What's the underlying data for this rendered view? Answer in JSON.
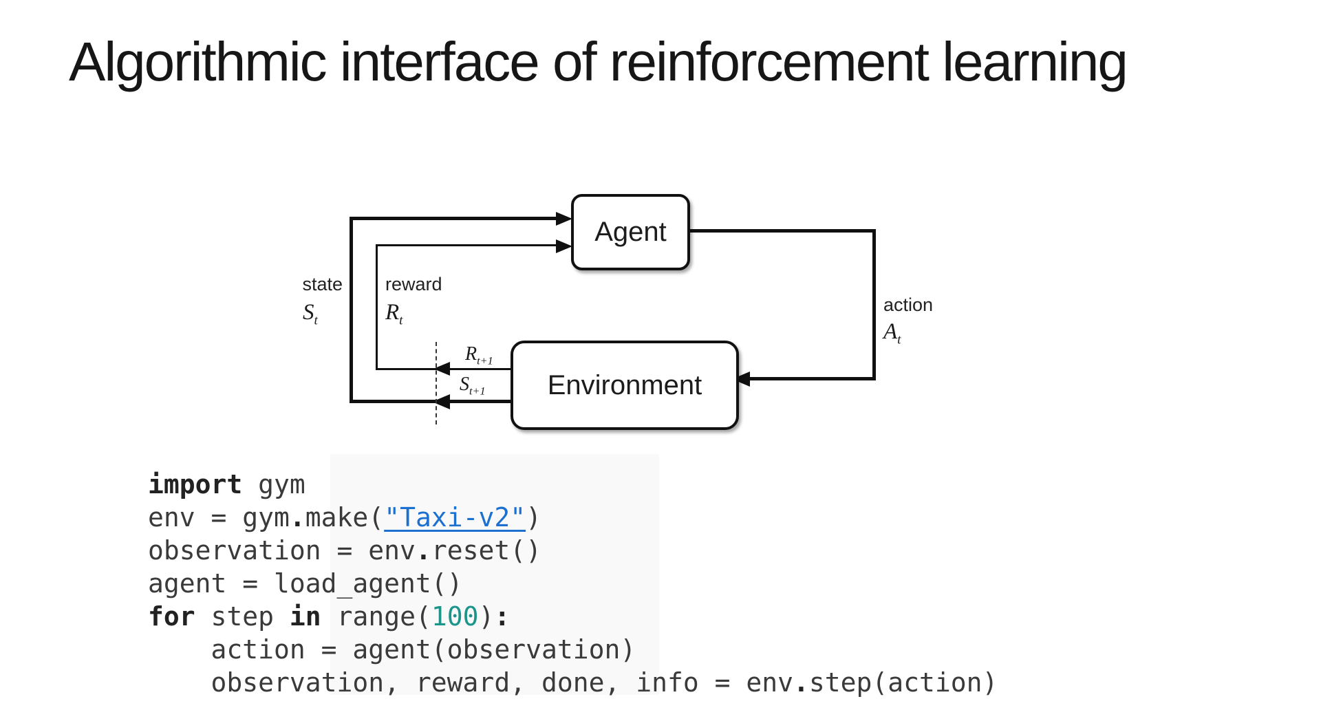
{
  "slide": {
    "title": "Algorithmic interface of reinforcement learning"
  },
  "diagram": {
    "agent_label": "Agent",
    "environment_label": "Environment",
    "state_label": "state",
    "state_symbol": "S",
    "state_sub": "t",
    "reward_label": "reward",
    "reward_symbol": "R",
    "reward_sub": "t",
    "action_label": "action",
    "action_symbol": "A",
    "action_sub": "t",
    "reward_next_symbol": "R",
    "reward_next_sub": "t+1",
    "state_next_symbol": "S",
    "state_next_sub": "t+1"
  },
  "code": {
    "colors": {
      "base": "#3a3a3a",
      "keyword": "#222222",
      "number": "#1b958a",
      "string": "#1c70d0"
    },
    "link_text": "\"Taxi-v2\"",
    "lines": [
      [
        {
          "t": "import",
          "c": "k"
        },
        {
          "t": " gym",
          "c": "n"
        }
      ],
      [
        {
          "t": "env = gym",
          "c": "n"
        },
        {
          "t": ".",
          "c": "o"
        },
        {
          "t": "make(",
          "c": "n"
        },
        {
          "t": "\"Taxi-v2\"",
          "c": "s"
        },
        {
          "t": ")",
          "c": "n"
        }
      ],
      [
        {
          "t": "observation = env",
          "c": "n"
        },
        {
          "t": ".",
          "c": "o"
        },
        {
          "t": "reset()",
          "c": "n"
        }
      ],
      [
        {
          "t": "agent = load_agent()",
          "c": "n"
        }
      ],
      [
        {
          "t": "for",
          "c": "k"
        },
        {
          "t": " step ",
          "c": "n"
        },
        {
          "t": "in",
          "c": "k"
        },
        {
          "t": " range(",
          "c": "n"
        },
        {
          "t": "100",
          "c": "m"
        },
        {
          "t": ")",
          "c": "n"
        },
        {
          "t": ":",
          "c": "o"
        }
      ],
      [
        {
          "t": "    action = agent(observation)",
          "c": "n"
        }
      ],
      [
        {
          "t": "    observation, reward, done, info = env",
          "c": "n"
        },
        {
          "t": ".",
          "c": "o"
        },
        {
          "t": "step(action)",
          "c": "n"
        }
      ]
    ]
  }
}
